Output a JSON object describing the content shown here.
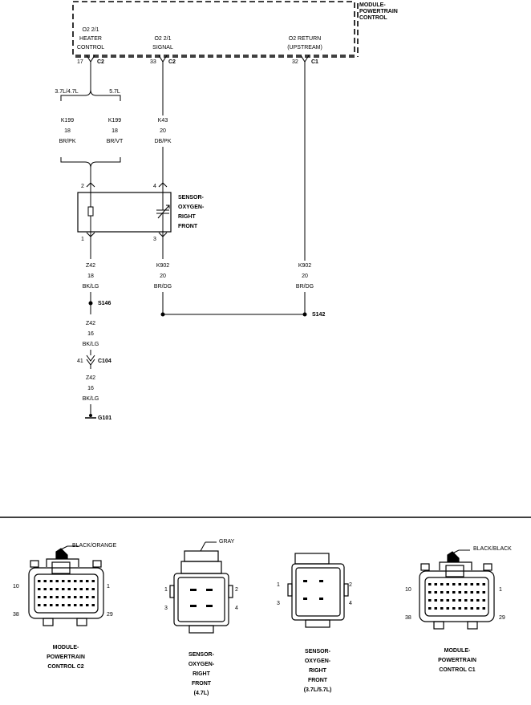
{
  "pcm": {
    "title": [
      "MODULE-",
      "POWERTRAIN",
      "CONTROL"
    ],
    "pins": {
      "heater": [
        "O2 2/1",
        "HEATER",
        "CONTROL"
      ],
      "signal": [
        "O2 2/1",
        "SIGNAL"
      ],
      "return": [
        "O2 RETURN",
        "(UPSTREAM)"
      ]
    },
    "cavities": {
      "heater": {
        "num": "17",
        "conn": "C2"
      },
      "signal": {
        "num": "33",
        "conn": "C2"
      },
      "return": {
        "num": "32",
        "conn": "C1"
      }
    }
  },
  "engine_variants": {
    "left": "3.7L/4.7L",
    "right": "5.7L"
  },
  "wires": {
    "k199_a": [
      "K199",
      "18",
      "BR/PK"
    ],
    "k199_b": [
      "K199",
      "18",
      "BR/VT"
    ],
    "k43": [
      "K43",
      "20",
      "DB/PK"
    ],
    "z42_a": [
      "Z42",
      "18",
      "BK/LG"
    ],
    "k902_a": [
      "K902",
      "20",
      "BR/DG"
    ],
    "k902_b": [
      "K902",
      "20",
      "BR/DG"
    ],
    "z42_b": [
      "Z42",
      "16",
      "BK/LG"
    ],
    "z42_c": [
      "Z42",
      "16",
      "BK/LG"
    ]
  },
  "sensor": {
    "title": [
      "SENSOR-",
      "OXYGEN-",
      "RIGHT",
      "FRONT"
    ],
    "pins": {
      "p2": "2",
      "p4": "4",
      "p1": "1",
      "p3": "3"
    }
  },
  "splices": {
    "s146": "S146",
    "s142": "S142"
  },
  "connector_c104": {
    "num": "41",
    "label": "C104"
  },
  "ground": "G101",
  "connectors": [
    {
      "id": "pcm_c2",
      "color": "BLACK/ORANGE",
      "pins": [
        "10",
        "1",
        "38",
        "29"
      ],
      "name": [
        "MODULE-",
        "POWERTRAIN",
        "CONTROL C2"
      ]
    },
    {
      "id": "o2_47",
      "color": "GRAY",
      "pins": [
        "1",
        "2",
        "3",
        "4"
      ],
      "name": [
        "SENSOR-",
        "OXYGEN-",
        "RIGHT",
        "FRONT",
        "(4.7L)"
      ]
    },
    {
      "id": "o2_37",
      "pins": [
        "1",
        "2",
        "3",
        "4"
      ],
      "name": [
        "SENSOR-",
        "OXYGEN-",
        "RIGHT",
        "FRONT",
        "(3.7L/5.7L)"
      ]
    },
    {
      "id": "pcm_c1",
      "color": "BLACK/BLACK",
      "pins": [
        "10",
        "1",
        "38",
        "29"
      ],
      "name": [
        "MODULE-",
        "POWERTRAIN",
        "CONTROL C1"
      ]
    }
  ]
}
